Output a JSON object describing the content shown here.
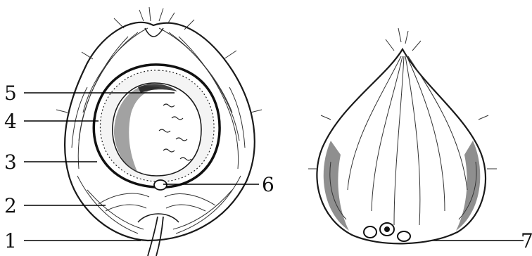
{
  "figure": {
    "left_drawing": "coconut-section",
    "right_drawing": "coconut-whole",
    "ink_color": "#1a1a1a",
    "labels": [
      {
        "id": "1",
        "text": "1"
      },
      {
        "id": "2",
        "text": "2"
      },
      {
        "id": "3",
        "text": "3"
      },
      {
        "id": "4",
        "text": "4"
      },
      {
        "id": "5",
        "text": "5"
      },
      {
        "id": "6",
        "text": "6"
      },
      {
        "id": "7",
        "text": "7"
      }
    ]
  }
}
